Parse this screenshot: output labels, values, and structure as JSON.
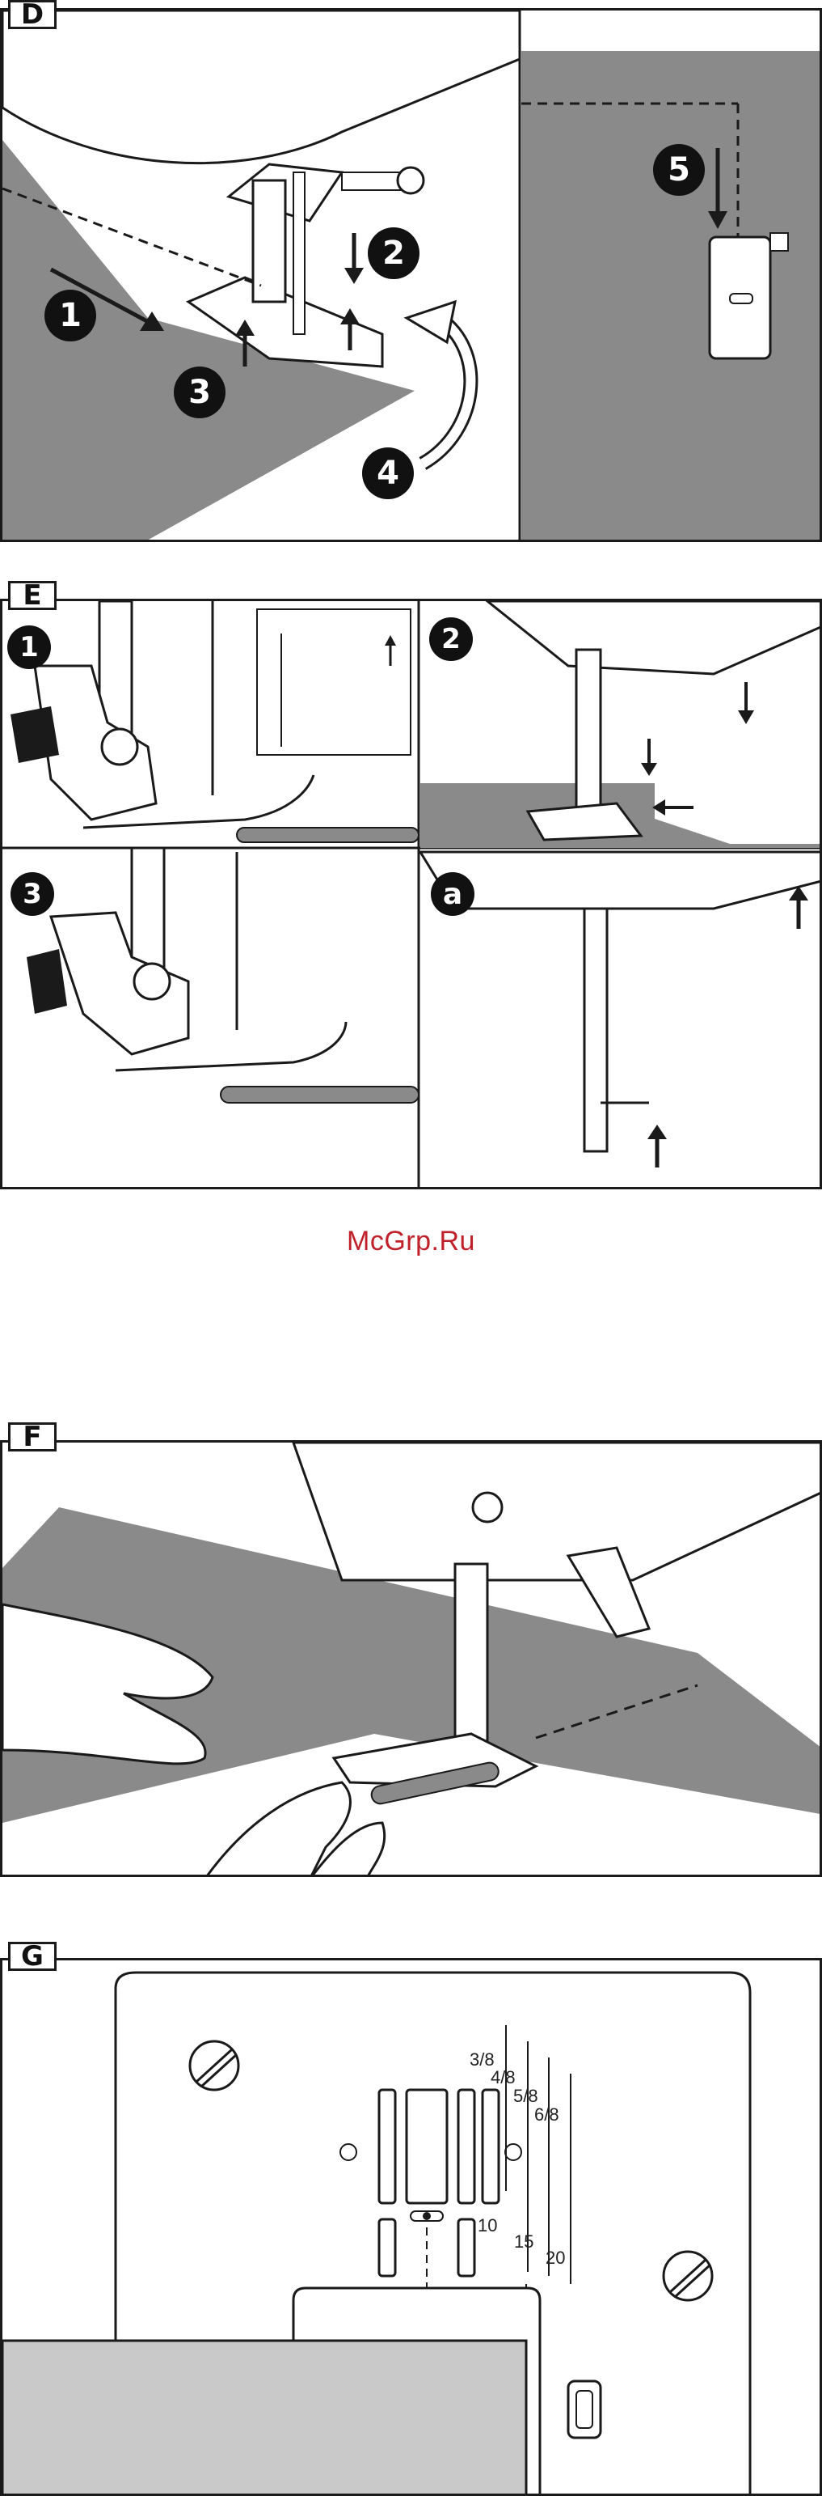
{
  "sections": {
    "d": {
      "label": "D",
      "steps": [
        "1",
        "2",
        "3",
        "4",
        "5"
      ]
    },
    "e": {
      "label": "E",
      "steps": [
        "1",
        "2",
        "3"
      ],
      "detail_letter": "a"
    },
    "f": {
      "label": "F"
    },
    "g": {
      "label": "G",
      "fraction_marks": [
        "3/8",
        "4/8",
        "5/8",
        "6/8"
      ],
      "number_marks": [
        "10",
        "15",
        "20"
      ]
    }
  },
  "watermark": "McGrp.Ru",
  "colors": {
    "fabric": "#8a8a8a",
    "fabric_light": "#c9c9c9",
    "ink": "#1a1a1a",
    "watermark": "#c0202a"
  },
  "icons": [
    "arrow-icon",
    "presser-foot-icon",
    "needle-icon",
    "screw-icon",
    "guide-lever-icon",
    "hand-icon"
  ]
}
